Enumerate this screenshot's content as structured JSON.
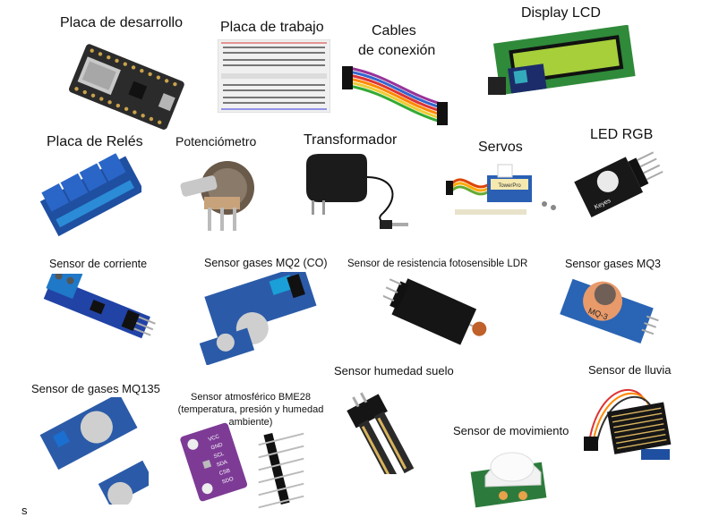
{
  "components": [
    {
      "id": "placa-desarrollo",
      "label": "Placa de desarrollo"
    },
    {
      "id": "placa-trabajo",
      "label": "Placa de trabajo"
    },
    {
      "id": "cables",
      "label_line1": "Cables",
      "label_line2": "de conexión"
    },
    {
      "id": "display-lcd",
      "label": "Display LCD"
    },
    {
      "id": "placa-reles",
      "label": "Placa de Relés"
    },
    {
      "id": "potenciometro",
      "label": "Potenciómetro"
    },
    {
      "id": "transformador",
      "label": "Transformador"
    },
    {
      "id": "servos",
      "label": "Servos"
    },
    {
      "id": "led-rgb",
      "label": "LED RGB"
    },
    {
      "id": "sensor-corriente",
      "label": "Sensor de corriente"
    },
    {
      "id": "sensor-mq2",
      "label": "Sensor gases MQ2 (CO)"
    },
    {
      "id": "sensor-ldr",
      "label": "Sensor de resistencia fotosensible LDR"
    },
    {
      "id": "sensor-mq3",
      "label": "Sensor gases MQ3"
    },
    {
      "id": "sensor-mq135",
      "label": "Sensor de gases MQ135"
    },
    {
      "id": "sensor-bme28",
      "label": "Sensor atmosférico BME28 (temperatura, presión y humedad ambiente)"
    },
    {
      "id": "sensor-humedad",
      "label": "Sensor humedad suelo"
    },
    {
      "id": "sensor-movimiento",
      "label": "Sensor de movimiento"
    },
    {
      "id": "sensor-lluvia",
      "label": "Sensor de lluvia"
    }
  ],
  "footer": {
    "mark": "s"
  },
  "module_markings": {
    "mq3": "MQ-3",
    "bme_pins": [
      "VCC",
      "GND",
      "SCL",
      "SDA",
      "CSB",
      "SDO"
    ],
    "keyes": "Keyes",
    "servo_brand": "TowerPro"
  }
}
